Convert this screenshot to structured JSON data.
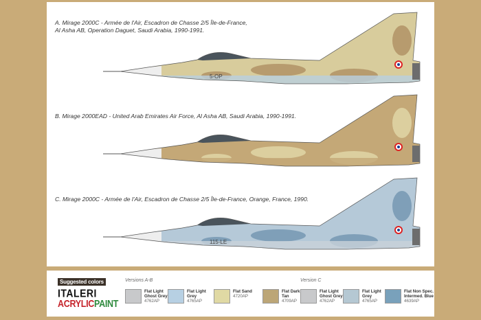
{
  "captions": [
    {
      "line1": "A. Mirage 2000C - Armée de l'Air, Escadron de Chasse 2/5 Île-de-France,",
      "line2": "Al Asha AB, Operation Daguet, Saudi Arabia, 1990-1991."
    },
    {
      "line1": "B. Mirage 2000EAD - United Arab Emirates Air Force, Al Asha AB, Saudi Arabia, 1990-1991.",
      "line2": ""
    },
    {
      "line1": "C. Mirage 2000C -  Armée de l'Air, Escadron de Chasse 2/5 Île-de-France, Orange, France, 1990.",
      "line2": ""
    }
  ],
  "aircraft": [
    {
      "code": "5-OP",
      "base": "#d8cc9c",
      "camo": "#b79b6e",
      "under": "#b9cfe0"
    },
    {
      "code": "",
      "base": "#c4a877",
      "camo": "#dccf9f",
      "under": "#c4a877"
    },
    {
      "code": "115-LE",
      "base": "#b5c9d8",
      "camo": "#7f9fb8",
      "under": "#c9d2da"
    }
  ],
  "legend": {
    "suggested": "Suggested colors",
    "brand_top": "ITALERI",
    "brand_bottom_a": "ACRYLIC",
    "brand_bottom_b": "PAINT",
    "groups": [
      {
        "label": "Versions A-B",
        "swatches": [
          {
            "name1": "Flat Light",
            "name2": "Ghost Grey",
            "code": "4762AP",
            "color": "#c8c9cb"
          },
          {
            "name1": "Flat Light",
            "name2": "Grey",
            "code": "4765AP",
            "color": "#b7d0e3"
          },
          {
            "name1": "Flat Sand",
            "name2": "",
            "code": "4720AP",
            "color": "#e0d9a4"
          },
          {
            "name1": "Flat Dark",
            "name2": "Tan",
            "code": "4709AP",
            "color": "#bca677"
          }
        ]
      },
      {
        "label": "Version C",
        "swatches": [
          {
            "name1": "Flat Light",
            "name2": "Ghost Grey",
            "code": "4762AP",
            "color": "#c8c9cb"
          },
          {
            "name1": "Flat Light",
            "name2": "Grey",
            "code": "4765AP",
            "color": "#b5c8d3"
          },
          {
            "name1": "Flat Non Spec.",
            "name2": "Intermed. Blue",
            "code": "4639AP",
            "color": "#79a1bb"
          }
        ]
      }
    ]
  }
}
